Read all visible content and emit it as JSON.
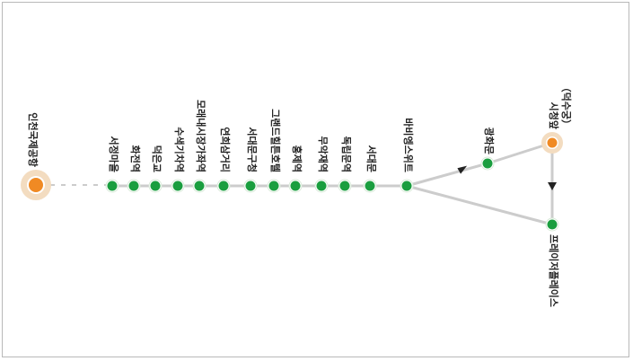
{
  "route": {
    "origin": {
      "name": "인천국제공항"
    },
    "trunk_stops": [
      {
        "name": "서정마을"
      },
      {
        "name": "화전역"
      },
      {
        "name": "덕은교"
      },
      {
        "name": "수색기차역"
      },
      {
        "name": "모래내시장가좌역"
      },
      {
        "name": "연희삼거리"
      },
      {
        "name": "서대문구청"
      },
      {
        "name": "그랜드힐튼호텔"
      },
      {
        "name": "홍제역"
      },
      {
        "name": "무악재역"
      },
      {
        "name": "독립문역"
      },
      {
        "name": "서대문"
      },
      {
        "name": "바비엥스위트"
      }
    ],
    "branch_stops": [
      {
        "name": "광화문"
      },
      {
        "name": "시청앞",
        "note": "（덕수궁）"
      },
      {
        "name": "프레이저플레이스"
      }
    ]
  },
  "colors": {
    "stop_fill": "#1a9e3f",
    "endpoint_fill": "#f08a24",
    "endpoint_halo": "#f3dcc0",
    "line": "#cccccc",
    "text": "#222222"
  }
}
